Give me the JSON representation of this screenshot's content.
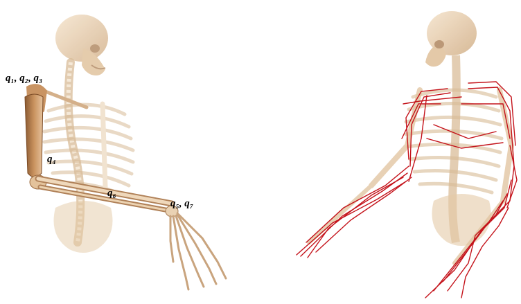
{
  "figure": {
    "left_panel": {
      "subject": "skeleton-with-arm-joint-labels",
      "labels": {
        "shoulder": "q₁, q₂, q₃",
        "elbow": "q₄",
        "forearm": "q₆",
        "wrist": "q₅, q₇"
      }
    },
    "right_panel": {
      "subject": "skeleton-with-muscle-paths"
    },
    "colors": {
      "bone": "#e9d3b6",
      "bone_shadow": "#b98f66",
      "bone_dark": "#8a5a32",
      "muscle": "#c4121a",
      "background": "#ffffff"
    }
  }
}
